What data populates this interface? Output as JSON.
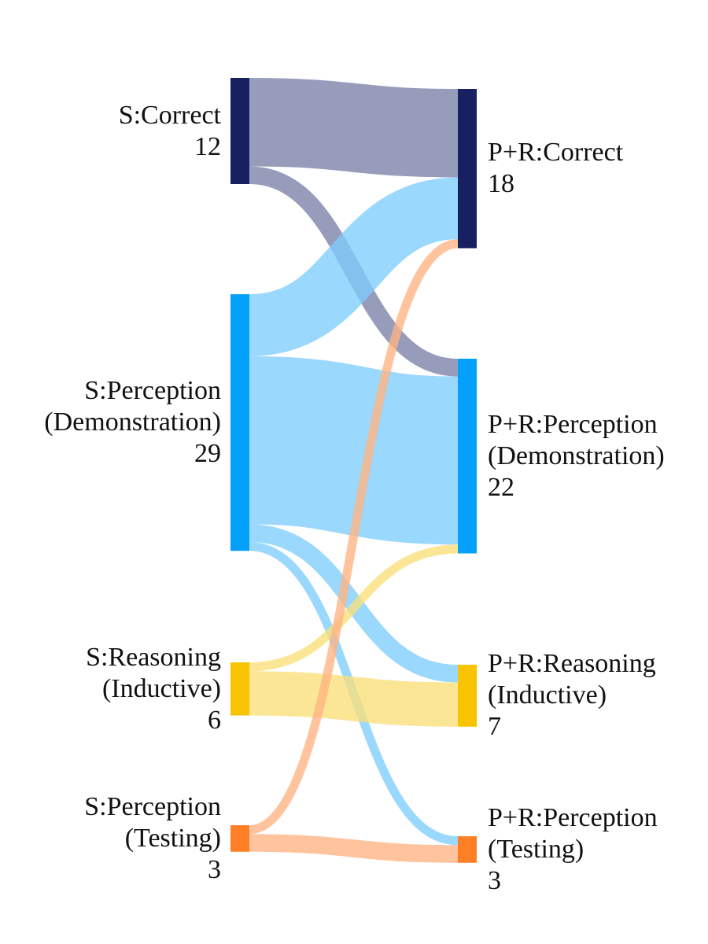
{
  "sankey": {
    "left_nodes": [
      {
        "id": "s_correct",
        "lines": [
          "S:Correct"
        ],
        "value": 12,
        "color": "#172060"
      },
      {
        "id": "s_perc_demo",
        "lines": [
          "S:Perception",
          "(Demonstration)"
        ],
        "value": 29,
        "color": "#03A0FC"
      },
      {
        "id": "s_reas_ind",
        "lines": [
          "S:Reasoning",
          "(Inductive)"
        ],
        "value": 6,
        "color": "#F8C300"
      },
      {
        "id": "s_perc_test",
        "lines": [
          "S:Perception",
          "(Testing)"
        ],
        "value": 3,
        "color": "#FF7F27"
      }
    ],
    "right_nodes": [
      {
        "id": "p_correct",
        "lines": [
          "P+R:Correct"
        ],
        "value": 18,
        "color": "#172060"
      },
      {
        "id": "p_perc_demo",
        "lines": [
          "P+R:Perception",
          "(Demonstration)"
        ],
        "value": 22,
        "color": "#03A0FC"
      },
      {
        "id": "p_reas_ind",
        "lines": [
          "P+R:Reasoning",
          "(Inductive)"
        ],
        "value": 7,
        "color": "#F8C300"
      },
      {
        "id": "p_perc_test",
        "lines": [
          "P+R:Perception",
          "(Testing)"
        ],
        "value": 3,
        "color": "#FF7F27"
      }
    ],
    "links": [
      {
        "source": "s_correct",
        "target": "p_correct",
        "value": 10,
        "color": "#7A80A8"
      },
      {
        "source": "s_correct",
        "target": "p_perc_demo",
        "value": 2,
        "color": "#7A80A8"
      },
      {
        "source": "s_perc_demo",
        "target": "p_correct",
        "value": 7,
        "color": "#7DCDFC"
      },
      {
        "source": "s_perc_demo",
        "target": "p_perc_demo",
        "value": 19,
        "color": "#7DCDFC"
      },
      {
        "source": "s_perc_demo",
        "target": "p_reas_ind",
        "value": 2,
        "color": "#7DCDFC"
      },
      {
        "source": "s_perc_demo",
        "target": "p_perc_test",
        "value": 1,
        "color": "#7DCDFC"
      },
      {
        "source": "s_reas_ind",
        "target": "p_perc_demo",
        "value": 1,
        "color": "#FADF78"
      },
      {
        "source": "s_reas_ind",
        "target": "p_reas_ind",
        "value": 5,
        "color": "#FADF78"
      },
      {
        "source": "s_perc_test",
        "target": "p_correct",
        "value": 1,
        "color": "#FFB383"
      },
      {
        "source": "s_perc_test",
        "target": "p_perc_test",
        "value": 2,
        "color": "#FFB383"
      }
    ]
  }
}
